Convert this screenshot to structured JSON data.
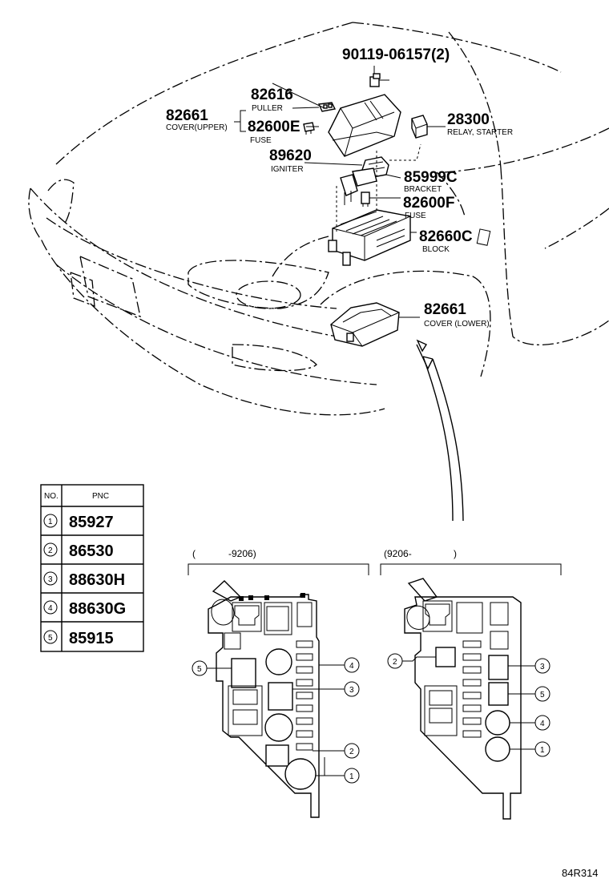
{
  "parts": {
    "bolt": {
      "no": "90119-06157(2)",
      "desc": ""
    },
    "puller": {
      "no": "82616",
      "desc": "PULLER"
    },
    "cover_upper": {
      "no": "82661",
      "desc": "COVER(UPPER)"
    },
    "fuse_e": {
      "no": "82600E",
      "desc": "FUSE"
    },
    "igniter": {
      "no": "89620",
      "desc": "IGNITER"
    },
    "relay": {
      "no": "28300",
      "desc": "RELAY, STARTER"
    },
    "bracket": {
      "no": "85999C",
      "desc": "BRACKET"
    },
    "fuse_f": {
      "no": "82600F",
      "desc": "FUSE"
    },
    "block": {
      "no": "82660C",
      "desc": "BLOCK"
    },
    "cover_lower": {
      "no": "82661",
      "desc": "COVER (LOWER)"
    }
  },
  "table": {
    "col_no": "NO.",
    "col_pnc": "PNC",
    "rows": [
      {
        "no": "1",
        "pnc": "85927"
      },
      {
        "no": "2",
        "pnc": "86530"
      },
      {
        "no": "3",
        "pnc": "88630H"
      },
      {
        "no": "4",
        "pnc": "88630G"
      },
      {
        "no": "5",
        "pnc": "85915"
      }
    ]
  },
  "ranges": {
    "left_open": "(",
    "left_date": "-9206)",
    "right_date": "(9206-",
    "right_close": ")"
  },
  "left_callouts": [
    "5",
    "4",
    "3",
    "2",
    "1"
  ],
  "right_callouts": [
    "2",
    "3",
    "5",
    "4",
    "1"
  ],
  "figure_code": "84R314"
}
